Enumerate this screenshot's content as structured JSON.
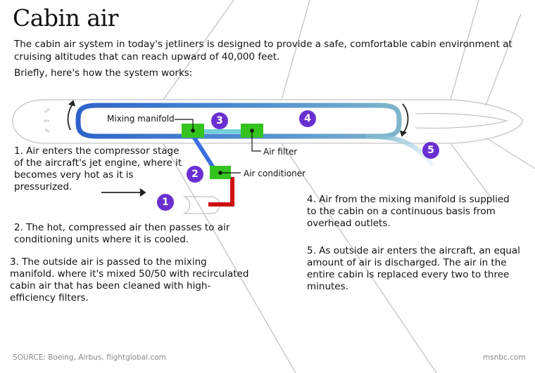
{
  "header": {
    "title": "Cabin air",
    "intro": "The cabin air system in today's jetliners is designed to provide a safe, comfortable cabin environment at cruising altitudes that can reach upward of 40,000 feet.",
    "briefly": "Briefly, here's how the system works:"
  },
  "labels": {
    "mixing_manifold": "Mixing manifold",
    "air_filter": "Air filter",
    "air_conditioner": "Air conditioner"
  },
  "badges": [
    "1",
    "2",
    "3",
    "4",
    "5"
  ],
  "steps": [
    "1. Air enters the compressor stage of the aircraft's jet engine, where it becomes very hot as it is pressurized.",
    "2. The hot, compressed air then passes to air conditioning units where it is cooled.",
    "3. The outside air is passed to the mixing manifold. where it's mixed 50/50 with recirculated cabin air that has been cleaned with high-efficiency filters.",
    "4. Air from the mixing manifold is supplied to the cabin on a continuous basis from overhead outlets.",
    "5. As outside air enters the aircraft, an equal amount of air is discharged. The air in the entire cabin is replaced every two to three minutes."
  ],
  "footer": {
    "source": "SOURCE: Boeing, Airbus, flightglobal.com",
    "credit": "msnbc.com"
  },
  "colors": {
    "outside_air": "#3b6fe0",
    "hot_air": "#cc1111",
    "cabin_loop": "#6aa2c8",
    "component": "#35c31f",
    "badge": "#6a2fd1",
    "outline": "#c8c8c8"
  }
}
